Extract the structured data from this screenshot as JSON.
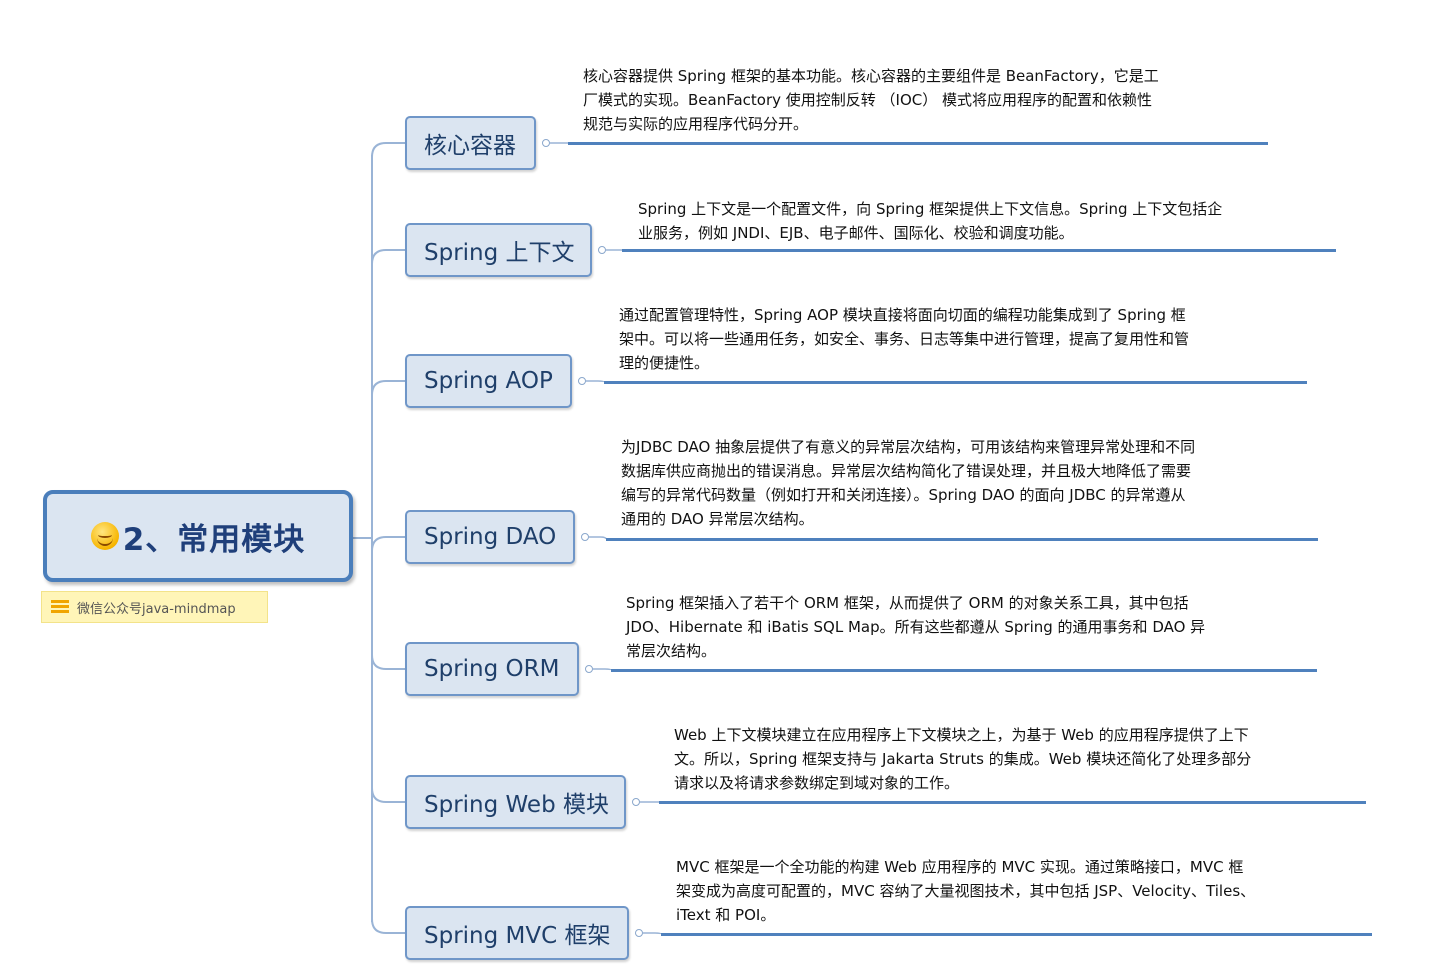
{
  "root": {
    "title": "2、常用模块",
    "icon": "smiley-icon",
    "note": "微信公众号java-mindmap"
  },
  "colors": {
    "topic_fill": "#dbe5f1",
    "topic_border": "#6f96c8",
    "root_border": "#4a7ebb",
    "connector": "#9ab4d6",
    "underline": "#4f81bd",
    "note_fill": "#fff5b8"
  },
  "modules": [
    {
      "label": "核心容器",
      "lines": [
        "核心容器提供 Spring 框架的基本功能。核心容器的主要组件是 BeanFactory，它是工",
        "厂模式的实现。BeanFactory 使用控制反转 （IOC） 模式将应用程序的配置和依赖性",
        "规范与实际的应用程序代码分开。"
      ]
    },
    {
      "label": "Spring 上下文",
      "lines": [
        "Spring 上下文是一个配置文件，向 Spring 框架提供上下文信息。Spring 上下文包括企",
        "业服务，例如 JNDI、EJB、电子邮件、国际化、校验和调度功能。"
      ]
    },
    {
      "label": "Spring AOP",
      "lines": [
        "通过配置管理特性，Spring AOP 模块直接将面向切面的编程功能集成到了 Spring 框",
        "架中。可以将一些通用任务，如安全、事务、日志等集中进行管理，提高了复用性和管",
        "理的便捷性。"
      ]
    },
    {
      "label": "Spring DAO",
      "lines": [
        "为JDBC DAO 抽象层提供了有意义的异常层次结构，可用该结构来管理异常处理和不同",
        "数据库供应商抛出的错误消息。异常层次结构简化了错误处理，并且极大地降低了需要",
        "编写的异常代码数量（例如打开和关闭连接）。Spring DAO 的面向 JDBC 的异常遵从",
        "通用的 DAO 异常层次结构。"
      ]
    },
    {
      "label": "Spring ORM",
      "lines": [
        "Spring 框架插入了若干个 ORM 框架，从而提供了 ORM 的对象关系工具，其中包括",
        "JDO、Hibernate 和 iBatis SQL Map。所有这些都遵从 Spring 的通用事务和 DAO 异",
        "常层次结构。"
      ]
    },
    {
      "label": "Spring Web 模块",
      "lines": [
        "Web 上下文模块建立在应用程序上下文模块之上，为基于 Web 的应用程序提供了上下",
        "文。所以，Spring 框架支持与 Jakarta Struts 的集成。Web 模块还简化了处理多部分",
        "请求以及将请求参数绑定到域对象的工作。"
      ]
    },
    {
      "label": "Spring MVC 框架",
      "lines": [
        "MVC 框架是一个全功能的构建 Web 应用程序的 MVC 实现。通过策略接口，MVC 框",
        "架变成为高度可配置的，MVC 容纳了大量视图技术，其中包括 JSP、Velocity、Tiles、",
        "iText 和 POI。"
      ]
    }
  ]
}
